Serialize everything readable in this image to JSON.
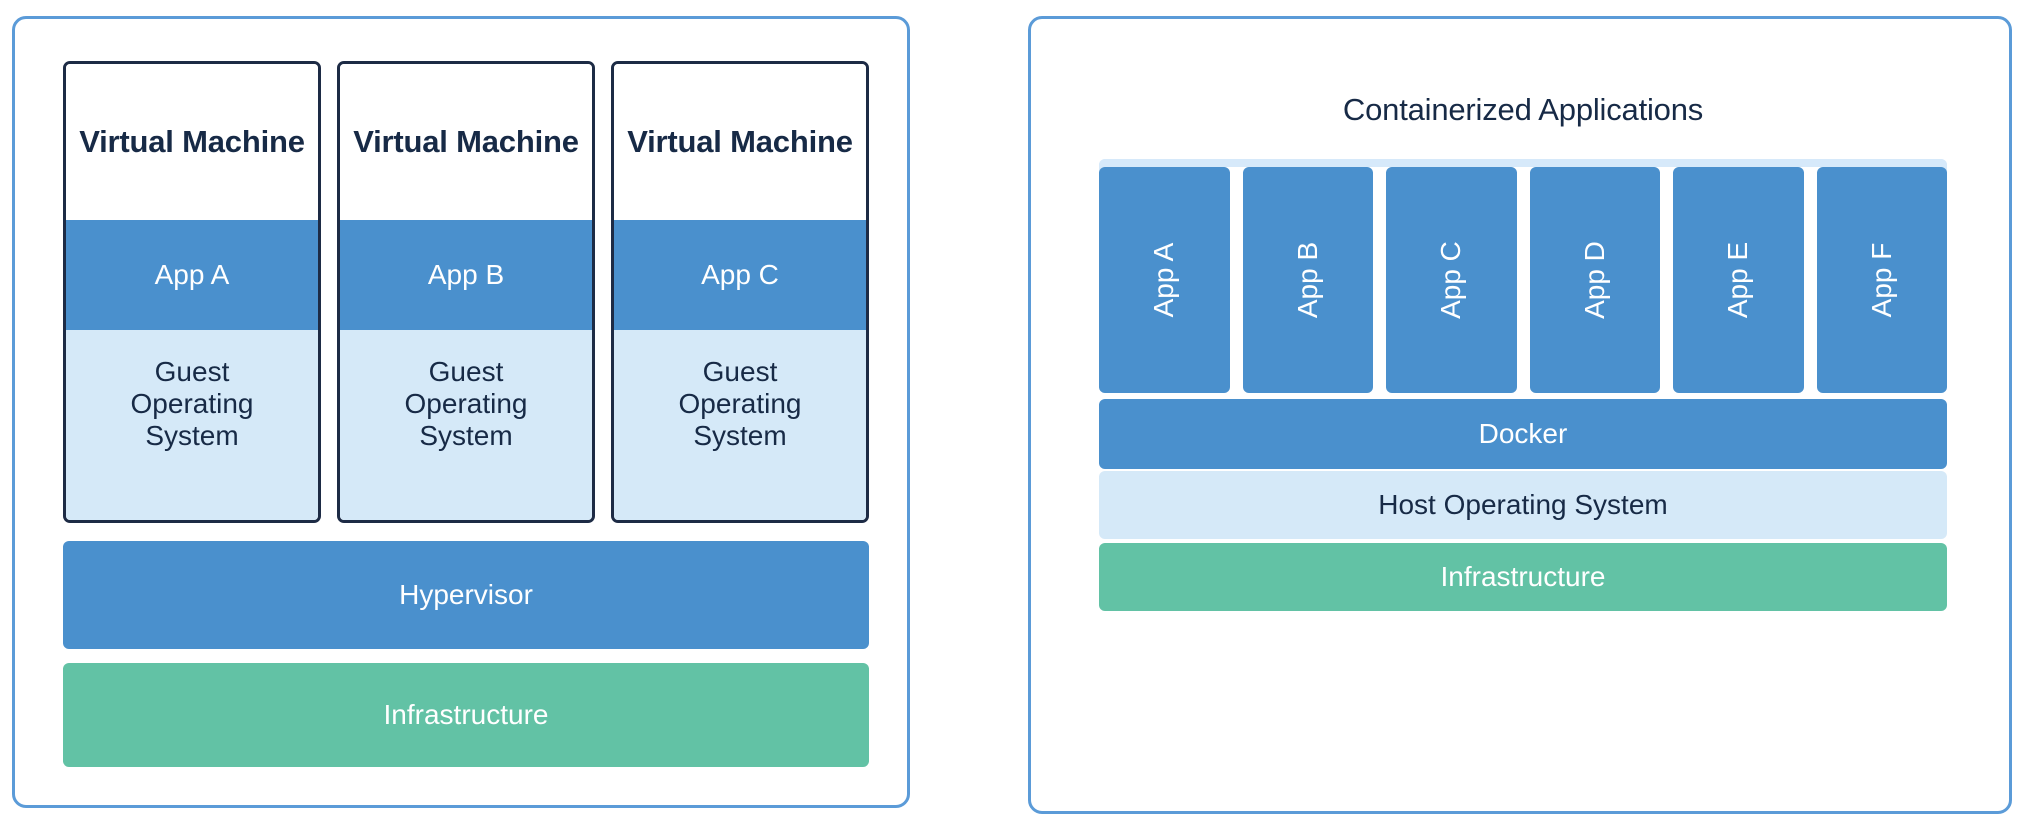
{
  "diagram": {
    "title_hidden": "",
    "colors": {
      "panel_border": "#5b9bd8",
      "app_blue": "#4a90cd",
      "light_blue": "#d5e9f8",
      "bracket_blue": "#d6e9fa",
      "infra_green": "#62c2a5",
      "text_dark": "#172a46",
      "vm_border": "#1d2b45",
      "text_light": "#ffffff"
    }
  },
  "vm_panel": {
    "name": "virtual-machine-architecture",
    "machines": [
      {
        "title": "Virtual Machine",
        "app": "App A",
        "guest_os": "Guest\nOperating\nSystem"
      },
      {
        "title": "Virtual Machine",
        "app": "App B",
        "guest_os": "Guest\nOperating\nSystem"
      },
      {
        "title": "Virtual Machine",
        "app": "App C",
        "guest_os": "Guest\nOperating\nSystem"
      }
    ],
    "layers": [
      {
        "label": "Hypervisor",
        "color": "#4a90cd"
      },
      {
        "label": "Infrastructure",
        "color": "#62c2a5"
      }
    ]
  },
  "container_panel": {
    "name": "container-architecture",
    "title": "Containerized Applications",
    "apps": [
      {
        "label": "App A"
      },
      {
        "label": "App B"
      },
      {
        "label": "App C"
      },
      {
        "label": "App D"
      },
      {
        "label": "App E"
      },
      {
        "label": "App F"
      }
    ],
    "layers": [
      {
        "label": "Docker",
        "color": "#4a90cd"
      },
      {
        "label": "Host Operating System",
        "color": "#d5e9f8"
      },
      {
        "label": "Infrastructure",
        "color": "#62c2a5"
      }
    ]
  }
}
